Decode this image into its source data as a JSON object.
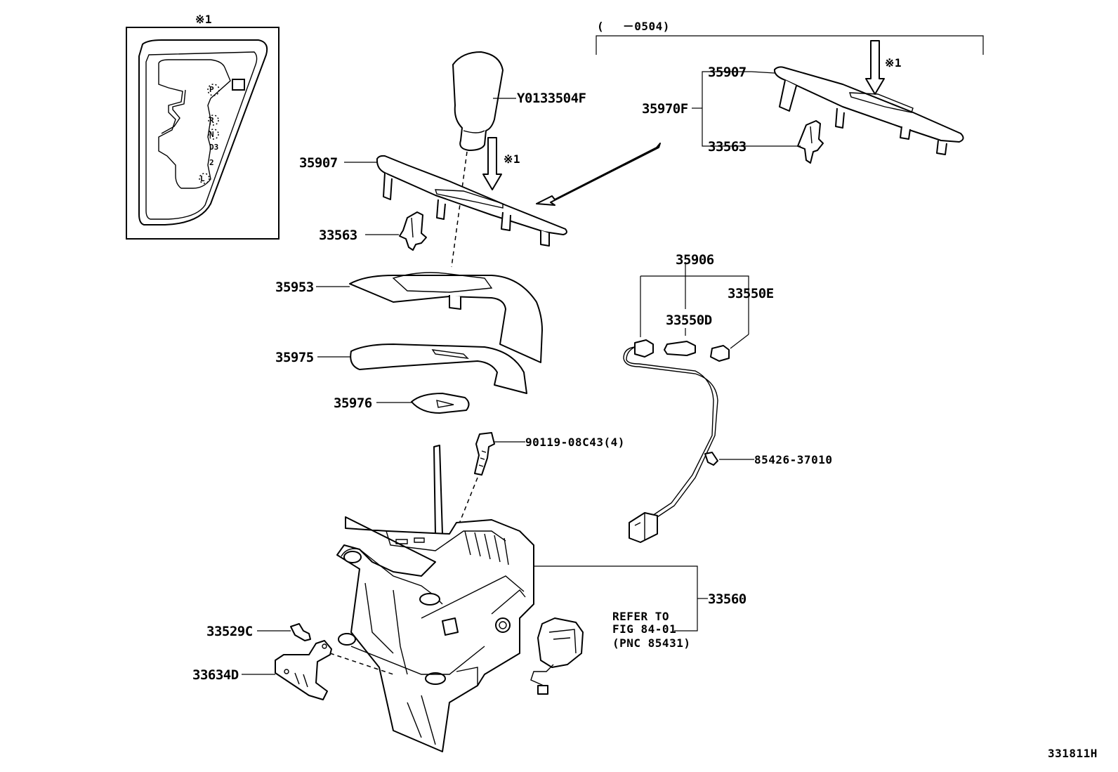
{
  "inset": {
    "marker": "※1",
    "gate_positions": [
      "P",
      "R",
      "N",
      "D3",
      "2",
      "L"
    ]
  },
  "bracket": {
    "label": "(　 －0504)"
  },
  "labels": {
    "knob": "Y0133504F",
    "marker_main": "※1",
    "marker_alt": "※1",
    "p35907_main": "35907",
    "p33563_main": "33563",
    "p35907_alt": "35907",
    "p35970f": "35970F",
    "p33563_alt": "33563",
    "p35953": "35953",
    "p35975": "35975",
    "p35976": "35976",
    "p90119": "90119-08C43(4)",
    "p35906": "35906",
    "p33550e": "33550E",
    "p33550d": "33550D",
    "p85426": "85426-37010",
    "p33560": "33560",
    "refer_line1": "REFER TO",
    "refer_line2": "FIG 84-01",
    "refer_line3": "(PNC 85431)",
    "p33529c": "33529C",
    "p33634d": "33634D",
    "figure_id": "331811H"
  }
}
